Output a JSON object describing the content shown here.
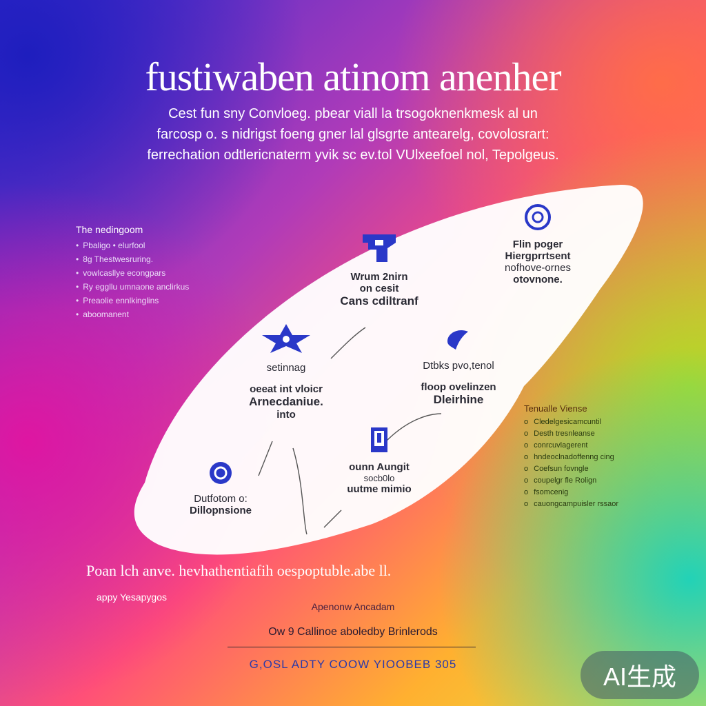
{
  "title": "fustiwaben atinom anenher",
  "subtitle": [
    "Cest fun sny Convloeg. pbear viall la trsogoknenkmesk al un",
    "farcosp o. s nidrigst foeng gner lal glsgrte antearelg, covolosrart:",
    "ferrechation odtlericnaterm yvik sc ev.tol VUlxeefoel nol, Tepolgeus."
  ],
  "left_panel": {
    "heading": "The nedingoom",
    "items": [
      "Pbaligo • elurfool",
      "8g Thestwesruring.",
      "vowlcasllye econgpars",
      "Ry eggllu umnaone anclirkus",
      "Preaolie ennlkinglins",
      "aboomanent"
    ]
  },
  "right_panel": {
    "heading": "Tenualle Viense",
    "items": [
      "Cledelgesicamcuntil",
      "Desth tresnleanse",
      "conrcuvlagerent",
      "hndeoclnadoffenng cing",
      "Coefsun fovngle",
      "coupelgr fle Rolign",
      "fsomcenig",
      "cauongcampuisler rssaor"
    ]
  },
  "nodes": [
    {
      "icon": "flag-icon",
      "line1": "Wrum 2nirn",
      "line2": "on cesit",
      "line3": "Cans cdiltranf"
    },
    {
      "icon": "copyright-circle-icon",
      "line1": "Flin poger",
      "line2": "Hiergprrtsent",
      "line3": "nofhove-ornes",
      "line4": "otovnone."
    },
    {
      "icon": "star-icon",
      "line1": "setinnag",
      "line2": "oeeat int vloicr",
      "line3": "Arnecdaniue.",
      "line4": "into"
    },
    {
      "icon": "pin-icon",
      "line1": "Dtbks pvo,tenol",
      "line2": "floop ovelinzen",
      "line3": "Dleirhine"
    },
    {
      "icon": "door-icon",
      "line1": "ounn Aungit",
      "line2": "socb0lo",
      "line3": "uutme mimio"
    },
    {
      "icon": "circle-e-icon",
      "line1": "Dutfotom o:",
      "line2": "Dillopnsione"
    }
  ],
  "bottom": {
    "line1": "Poan lch anve. hevhathentiafih oespoptuble.abe ll.",
    "line2": "appy Yesapygos",
    "line3": "Apenonw Ancadam",
    "line4": "Ow 9 Callinoe aboledby Brinlerods",
    "line5": "G,OSL ADTY COOW YIOOBEB 305"
  },
  "badge": "AI生成",
  "colors": {
    "accent_blue": "#2a38c8",
    "card": "#ffffff",
    "node_text": "#2a2a34"
  }
}
